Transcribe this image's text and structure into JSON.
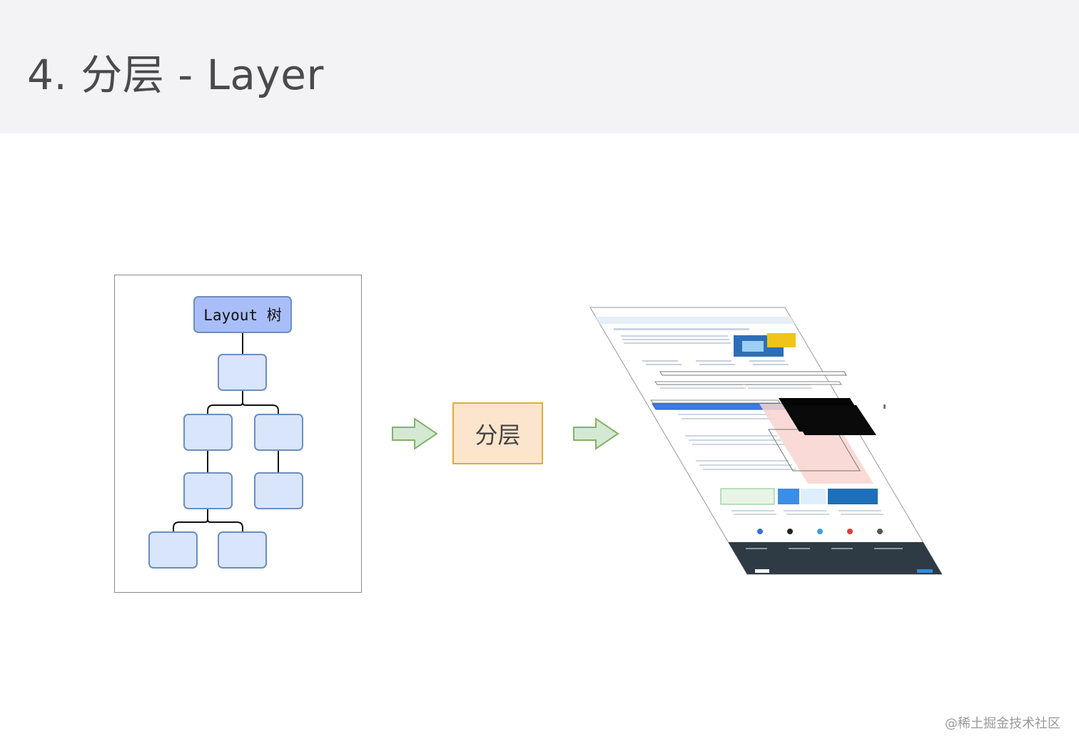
{
  "slide": {
    "title": "4. 分层 - Layer",
    "watermark": "@稀土掘金技术社区"
  },
  "tree": {
    "root_label": "Layout 树"
  },
  "process": {
    "label": "分层"
  },
  "colors": {
    "header_bg": "#f3f3f5",
    "node_root": "#a9bef8",
    "node_child": "#d9e5fb",
    "node_border": "#6c8ebf",
    "process_fill": "#fde5cd",
    "process_border": "#dcae3b",
    "arrow_fill": "#d5e8d4",
    "arrow_border": "#82b366"
  }
}
